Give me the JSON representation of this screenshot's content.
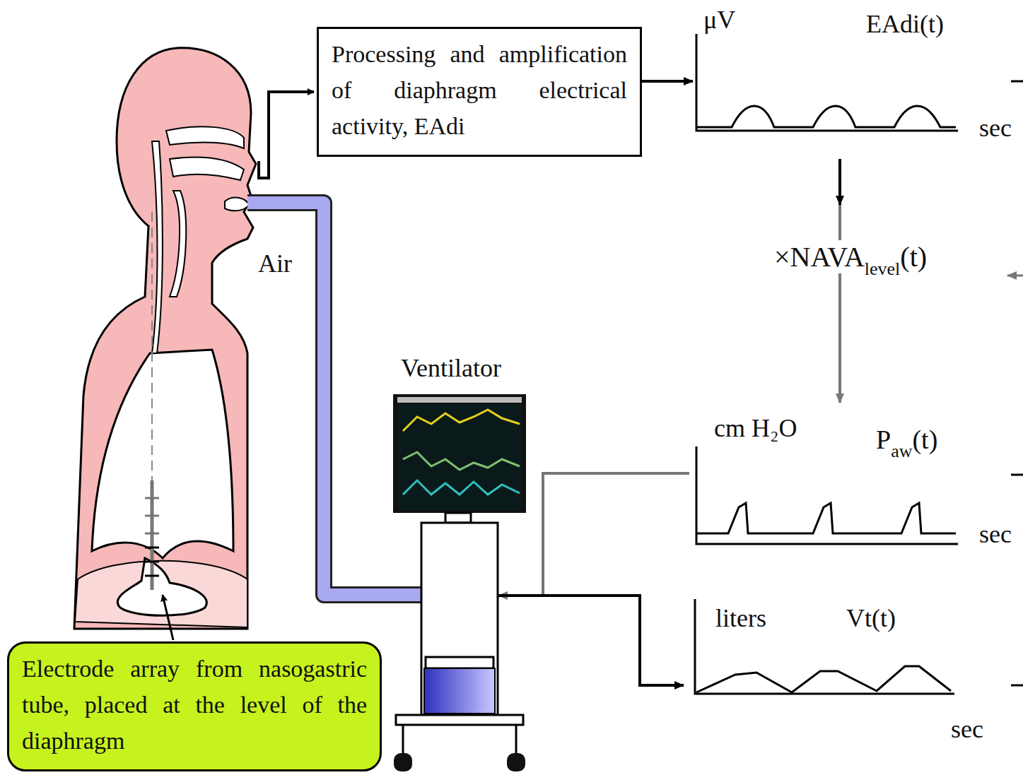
{
  "diagram": {
    "nodes": [
      {
        "text": [
          "Processing and amplification of diaphragm electrical activity, EAdi"
        ]
      },
      {
        "text": [
          "μV",
          "EAdi(t)",
          "sec"
        ]
      },
      {
        "text": [
          "cm H₂O",
          "sec"
        ]
      },
      {
        "text": [
          "liters",
          "Vt(t)",
          "sec"
        ]
      },
      {
        "text": [
          "Ventilator"
        ]
      },
      {
        "text": [
          "Electrode array from nasogastric tube, placed at the level of the diaphragm"
        ]
      }
    ],
    "edges": [
      {
        "from": 0,
        "to": 1,
        "arrow": "to"
      },
      {
        "from": 1,
        "to": 2,
        "arrow": "to"
      },
      {
        "from": 2,
        "to": 4,
        "arrow": "to"
      },
      {
        "from": 4,
        "to": 3,
        "arrow": "to"
      }
    ],
    "labels": [
      "Air",
      "×NAVA",
      "level",
      "(t)",
      "P",
      "aw",
      "(t)"
    ]
  }
}
